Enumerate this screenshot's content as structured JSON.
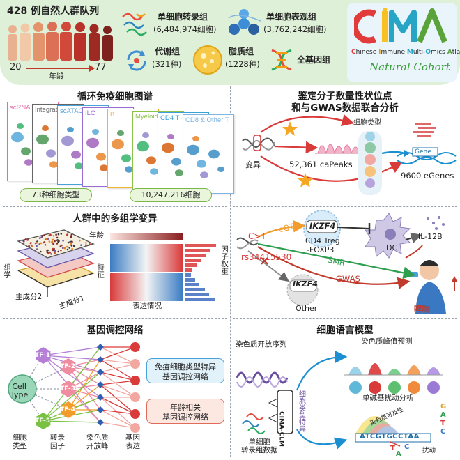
{
  "header": {
    "cohort_title": "428 例自然人群队列",
    "age_min": "20",
    "age_max": "77",
    "age_label": "年龄",
    "omics": [
      {
        "name": "单细胞转录组",
        "count": "(6,484,974细胞)"
      },
      {
        "name": "单细胞表观组",
        "count": "(3,762,242细胞)"
      },
      {
        "name": "代谢组",
        "count": "(321种)"
      },
      {
        "name": "脂质组",
        "count": "(1228种)"
      },
      {
        "name": "全基因组",
        "count": ""
      }
    ],
    "logo": {
      "text": "CIMA",
      "subtitle_parts": [
        "C",
        "hinese ",
        "I",
        "mmune ",
        "M",
        "ulti-",
        "O",
        "mics ",
        "A",
        "tlas"
      ],
      "tagline": "Natural Cohort"
    }
  },
  "panel_atlas": {
    "title": "循环免疫细胞图谱",
    "cards": [
      "scRNA",
      "Integration",
      "scATAC",
      "ILC",
      "B",
      "Myeloid & HSPC",
      "CD4 T",
      "CD8 & Other T"
    ],
    "stats": [
      "73种细胞类型",
      "10,247,216细胞"
    ]
  },
  "panel_qtl": {
    "title_line1": "鉴定分子数量性状位点",
    "title_line2": "和与GWAS数据联合分析",
    "variant_label": "变异",
    "cell_type_label": "细胞类型",
    "capeaks": "52,361 caPeaks",
    "gene_label": "Gene",
    "egenes": "9600 eGenes"
  },
  "panel_multiomics": {
    "title": "人群中的多组学变异",
    "omics_axis": "组学",
    "pc2": "主成分2",
    "pc1": "主成分1",
    "age": "年龄",
    "feature": "特征",
    "expression": "表达情况",
    "weight": "因子权重"
  },
  "panel_gwas": {
    "allele": "C>T",
    "eqtl": "eQTL",
    "snp": "rs34415530",
    "gene": "IKZF4",
    "treg": "CD4 Treg",
    "foxp3": "-FOXP3",
    "dc": "DC",
    "il12b": "IL-12B",
    "smr": "SMR",
    "gwas": "GWAS",
    "other": "Other",
    "asthma": "哮喘"
  },
  "panel_grn": {
    "title": "基因调控网络",
    "center": [
      "Cell",
      "Type"
    ],
    "tfs": [
      "TF-1",
      "TF-2",
      "TF-3",
      "TF-4",
      "TF-5"
    ],
    "box_blue": [
      "免疫细胞类型特异",
      "基因调控网络"
    ],
    "box_red": [
      "年龄相关",
      "基因调控网络"
    ],
    "legend": [
      {
        "l1": "细胞",
        "l2": "类型"
      },
      {
        "l1": "转录",
        "l2": "因子"
      },
      {
        "l1": "染色质",
        "l2": "开放峰"
      },
      {
        "l1": "基因",
        "l2": "表达"
      }
    ]
  },
  "panel_clm": {
    "title": "细胞语言模型",
    "seq_label": "染色质开放序列",
    "model": "CIMA-CLM",
    "specific": "细胞类型特异",
    "peak_pred": "染色质峰值预测",
    "sc_data": [
      "单细胞",
      "转录组数据"
    ],
    "perturb": "单碱基扰动分析",
    "accessibility": "染色质可及性",
    "bases": [
      "G",
      "A",
      "T",
      "C"
    ],
    "seq": "ATCGTGCCTAA",
    "t_base": "T",
    "c_base": "C",
    "a_base": "A",
    "perturb_word": "扰动"
  },
  "colors": {
    "red": "#d93a3a",
    "blue": "#3b7dc4",
    "green": "#6bb33d",
    "orange": "#f39c2b",
    "header_bg": "#dff0d8"
  }
}
